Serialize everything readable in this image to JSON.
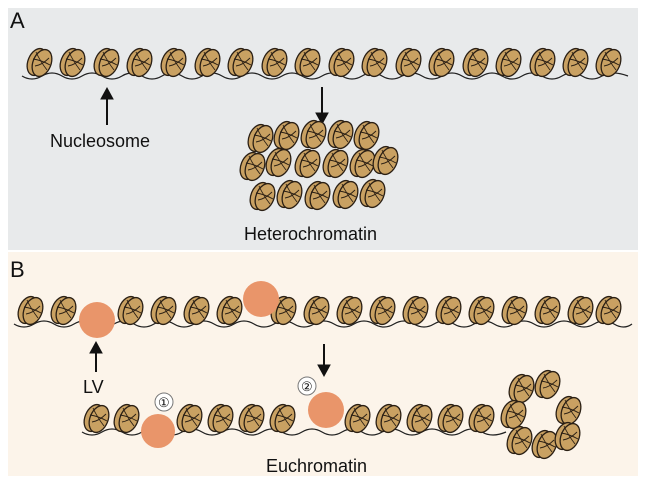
{
  "panels": {
    "a": {
      "letter": "A",
      "background": "#e8eaeb"
    },
    "b": {
      "letter": "B",
      "background": "#fcf4ea"
    }
  },
  "labels": {
    "nucleosome": "Nucleosome",
    "heterochromatin": "Heterochromatin",
    "lv": "LV",
    "euchromatin": "Euchromatin",
    "site_1": "①",
    "site_2": "②"
  },
  "colors": {
    "nucleosome_fill": "#c9a162",
    "nucleosome_stroke": "#2a1f14",
    "lv_particle": "#e9956a",
    "dna_strand": "#222222"
  }
}
